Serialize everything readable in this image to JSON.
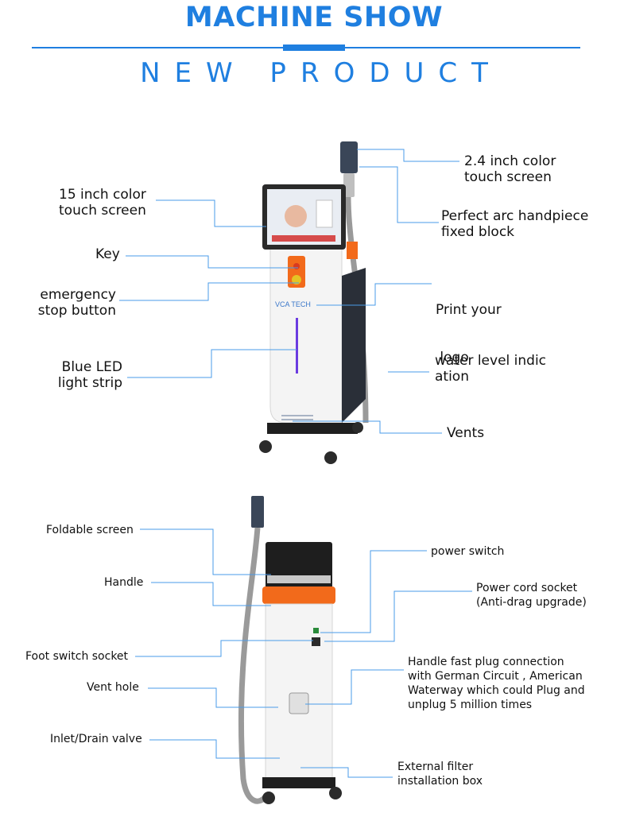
{
  "header": {
    "title": "MACHINE SHOW",
    "subtitle": "NEW PRODUCT"
  },
  "colors": {
    "accent": "#1f7fe0",
    "callout_line": "#4a9be8",
    "machine_orange": "#f26a1b",
    "machine_white": "#f4f4f4",
    "led_purple": "#6b3be0"
  },
  "front_view": {
    "brand_logo": "VCA TECH",
    "labels": {
      "touch_screen_15": [
        "15 inch color",
        "touch screen"
      ],
      "key": "Key",
      "emergency_stop": [
        "emergency",
        "stop button"
      ],
      "blue_led": [
        "Blue LED",
        "light strip"
      ],
      "touch_screen_24": [
        "2.4 inch color",
        "touch screen"
      ],
      "arc_handpiece": [
        "Perfect arc handpiece",
        "fixed block"
      ],
      "print_logo": [
        "Print your",
        " logo"
      ],
      "water_level": [
        "water level indic",
        "ation"
      ],
      "vents": "Vents"
    }
  },
  "back_view": {
    "labels": {
      "foldable_screen": "Foldable screen",
      "handle": "Handle",
      "foot_switch_socket": "Foot switch socket",
      "vent_hole": "Vent hole",
      "inlet_drain_valve": "Inlet/Drain valve",
      "power_switch": "power switch",
      "power_cord_socket": [
        "Power cord socket",
        "(Anti-drag upgrade)"
      ],
      "handle_fast_plug": [
        "Handle fast plug connection",
        "with German Circuit , American",
        "Waterway which could Plug and",
        "unplug 5 million times"
      ],
      "external_filter": [
        "External filter",
        "installation box"
      ]
    }
  }
}
